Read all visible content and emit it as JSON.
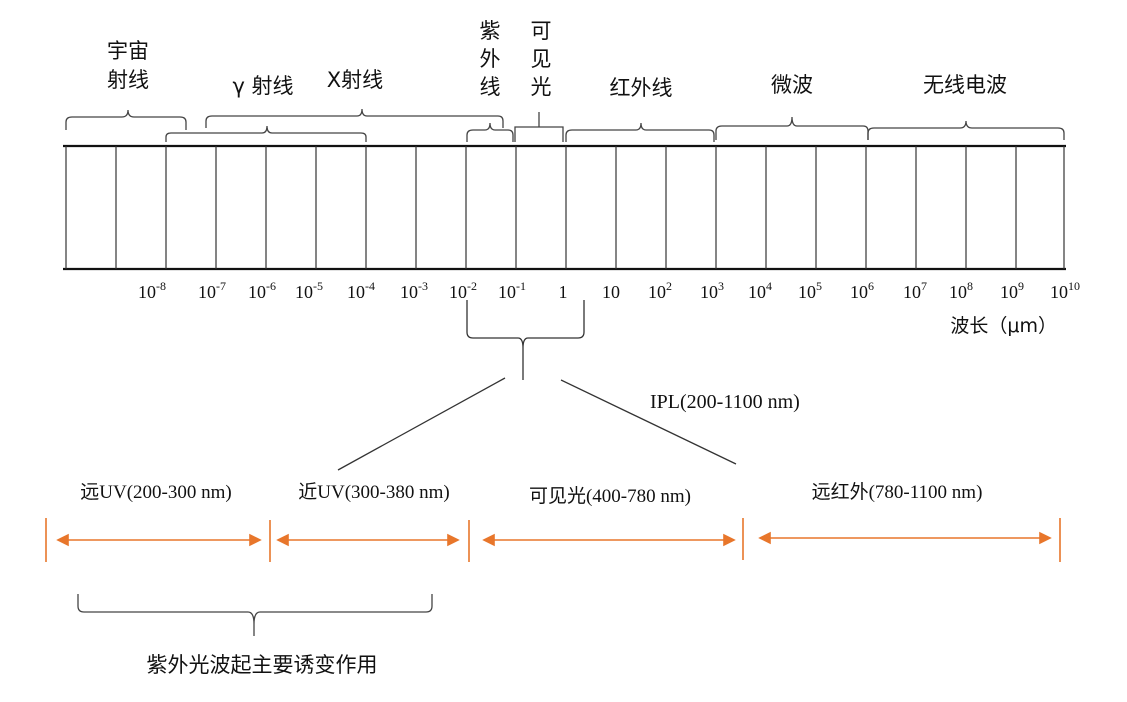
{
  "colors": {
    "ink": "#1a1a1a",
    "orange": "#e8762b",
    "rule": "#444444"
  },
  "bands": {
    "cosmic": [
      "宇宙",
      "射线"
    ],
    "gamma": "γ 射线",
    "xray": "X射线",
    "uv": [
      "紫",
      "外",
      "线"
    ],
    "visible": [
      "可",
      "见",
      "光"
    ],
    "infrared": "红外线",
    "microwave": "微波",
    "radio": "无线电波"
  },
  "ticks": [
    {
      "base": "10",
      "exp": "-8"
    },
    {
      "base": "10",
      "exp": "-7"
    },
    {
      "base": "10",
      "exp": "-6"
    },
    {
      "base": "10",
      "exp": "-5"
    },
    {
      "base": "10",
      "exp": "-4"
    },
    {
      "base": "10",
      "exp": "-3"
    },
    {
      "base": "10",
      "exp": "-2"
    },
    {
      "base": "10",
      "exp": "-1"
    },
    {
      "base": "1",
      "exp": ""
    },
    {
      "base": "10",
      "exp": ""
    },
    {
      "base": "10",
      "exp": "2"
    },
    {
      "base": "10",
      "exp": "3"
    },
    {
      "base": "10",
      "exp": "4"
    },
    {
      "base": "10",
      "exp": "5"
    },
    {
      "base": "10",
      "exp": "6"
    },
    {
      "base": "10",
      "exp": "7"
    },
    {
      "base": "10",
      "exp": "8"
    },
    {
      "base": "10",
      "exp": "9"
    },
    {
      "base": "10",
      "exp": "10"
    }
  ],
  "axis_label": "波长（μm）",
  "ipl_label": "IPL(200-1100 nm)",
  "ranges": [
    "远UV(200-300 nm)",
    "近UV(300-380 nm)",
    "可见光(400-780 nm)",
    "远红外(780-1100 nm)"
  ],
  "note": "紫外光波起主要诱变作用"
}
